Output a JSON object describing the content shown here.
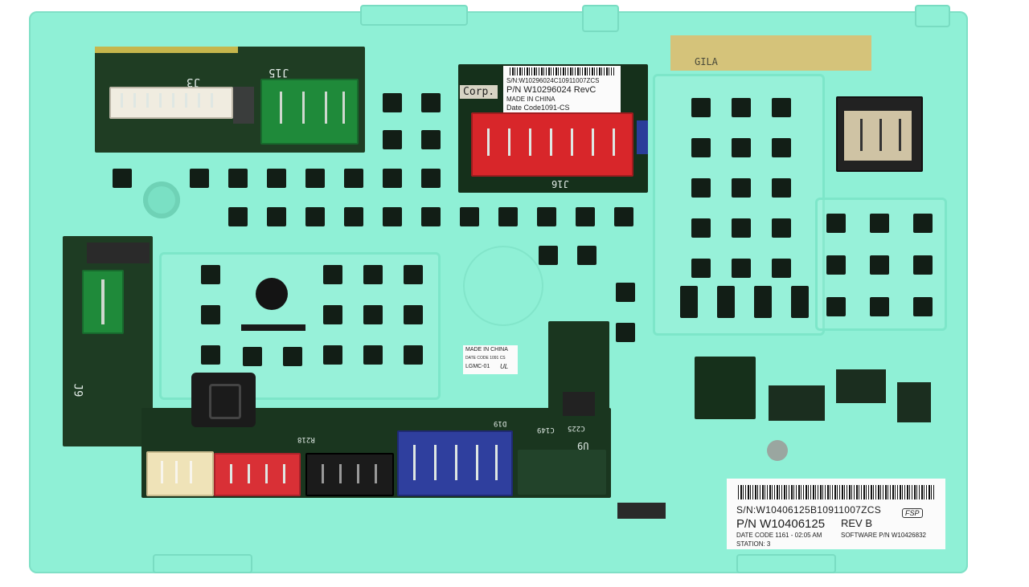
{
  "silkscreen": {
    "j3": "J3",
    "j15": "J15",
    "j16": "J16",
    "j9": "J9",
    "corp": "Corp.",
    "gila": "GILA",
    "u9": "U9",
    "d19": "D19",
    "r218": "R218",
    "c225": "C225",
    "c149": "C149"
  },
  "top_label": {
    "serial": "S/N:W10296024C10911007ZCS",
    "part_number": "P/N  W10296024 RevC",
    "origin": "MADE IN CHINA",
    "date_code": "Date Code1091-CS"
  },
  "middle_label": {
    "origin": "MADE IN CHINA",
    "date_code": "DATE CODE 1091 CS",
    "model": "LGMC-01",
    "ul_mark": "UL"
  },
  "main_label": {
    "serial": "S/N:W10406125B10911007ZCS",
    "fsp": "FSP",
    "part_number": "P/N W10406125",
    "revision": "REV B",
    "date_code": "DATE CODE  1161 - 02:05 AM",
    "software": "SOFTWARE P/N W10426832",
    "station": "STATION: 3"
  },
  "colors": {
    "housing": "#8ff0d6",
    "pcb": "#1d3b22",
    "connector_white": "#f0ece0",
    "connector_green": "#1f8a3a",
    "connector_red": "#d8262a",
    "connector_beige": "#cfc3a4",
    "connector_ivory": "#efe3b8",
    "connector_red_small": "#d93036",
    "connector_black": "#1b1b1b",
    "connector_blue": "#2f3f9e"
  }
}
